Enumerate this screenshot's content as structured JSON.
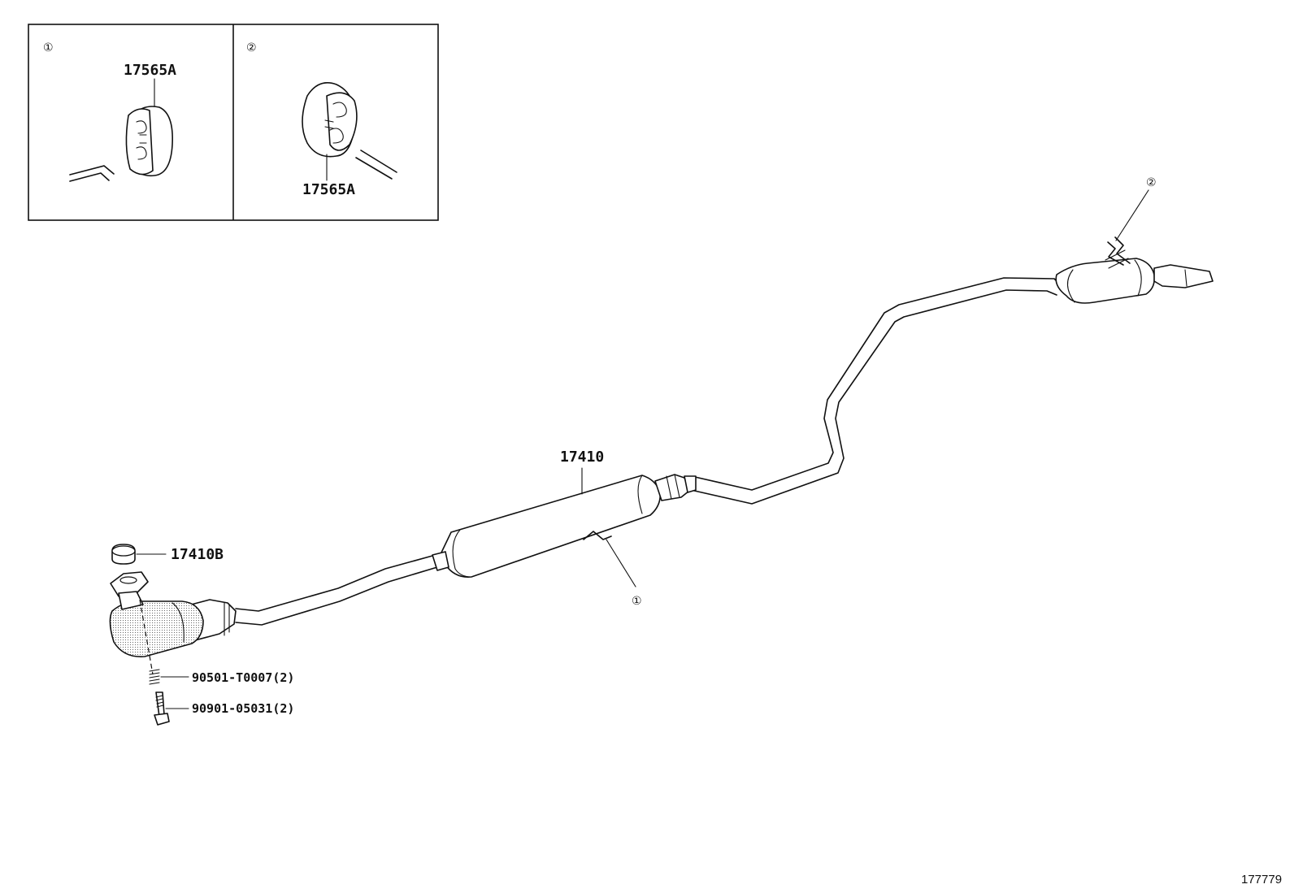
{
  "detail_panels": [
    {
      "index": "①",
      "part": "17565A"
    },
    {
      "index": "②",
      "part": "17565A"
    }
  ],
  "callouts": {
    "one": "①",
    "two": "②"
  },
  "parts": {
    "pipe_assy": "17410",
    "gasket": "17410B",
    "spring": "90501-T0007(2)",
    "bolt": "90901-05031(2)"
  },
  "reference_number": "177779"
}
